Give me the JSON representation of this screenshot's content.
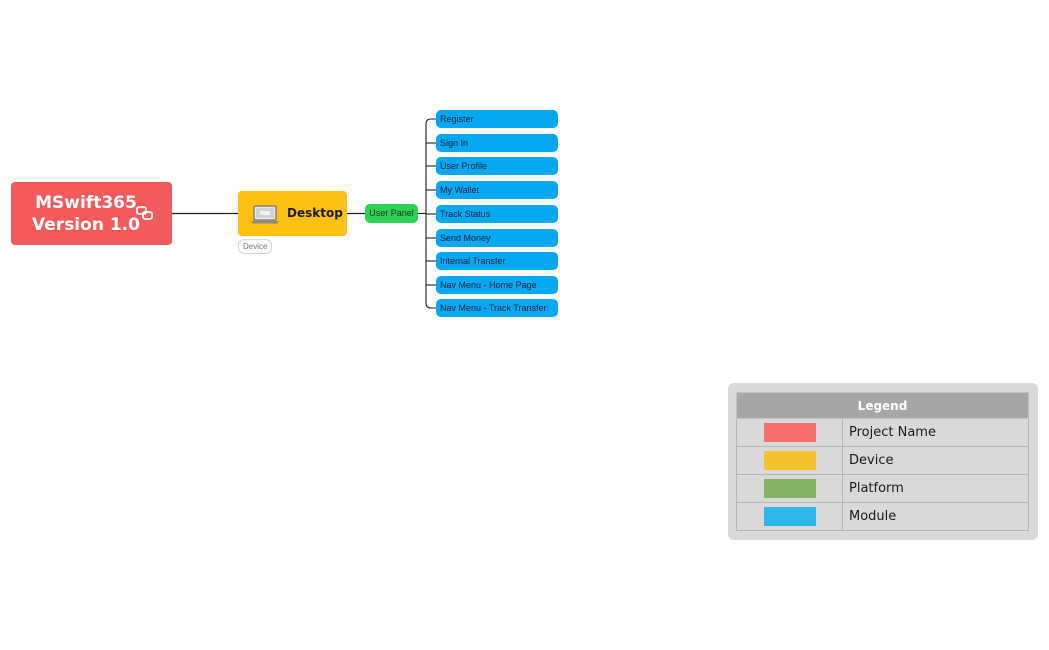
{
  "root": {
    "line1": "MSwift365",
    "line2": "Version 1.0",
    "icon": "linked-topic-icon"
  },
  "device": {
    "label": "Desktop",
    "icon": "laptop-icon",
    "tag": "Device"
  },
  "platform": {
    "label": "User Panel"
  },
  "modules": [
    "Register",
    "Sign In",
    "User Profile",
    "My Wallet",
    "Track Status",
    "Send Money",
    "Internal Transfer",
    "Nav Menu - Home Page",
    "Nav Menu - Track Transfer"
  ],
  "legend": {
    "title": "Legend",
    "rows": [
      {
        "label": "Project Name",
        "color": "#f76d6c"
      },
      {
        "label": "Device",
        "color": "#f5c12d"
      },
      {
        "label": "Platform",
        "color": "#84b366"
      },
      {
        "label": "Module",
        "color": "#2db6ea"
      }
    ]
  },
  "colors": {
    "project": "#f35a5c",
    "device": "#fdc013",
    "platform": "#2ed153",
    "module": "#06a8f2"
  }
}
